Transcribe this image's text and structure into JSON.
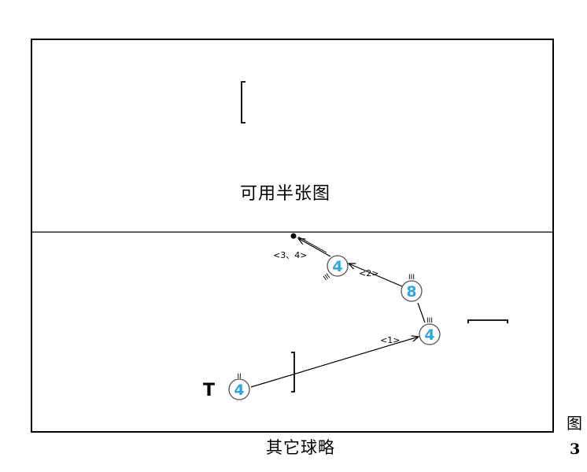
{
  "half_caption": "可用半张图",
  "bottom_caption": "其它球略",
  "figure": {
    "label": "图",
    "number": "3"
  },
  "colors": {
    "ball_ring": "#2ea6e0",
    "ball_number": "#2ea6e0",
    "line": "#000000"
  },
  "balls": [
    {
      "id": "ball-a",
      "number": "4",
      "tick": "II"
    },
    {
      "id": "ball-b",
      "number": "4",
      "tick": "III"
    },
    {
      "id": "ball-c",
      "number": "8",
      "tick": "III"
    },
    {
      "id": "ball-d",
      "number": "4",
      "tick": "III"
    }
  ],
  "path_labels": [
    "<1>",
    "<2>",
    "<3、4>"
  ],
  "t_marker": "T"
}
